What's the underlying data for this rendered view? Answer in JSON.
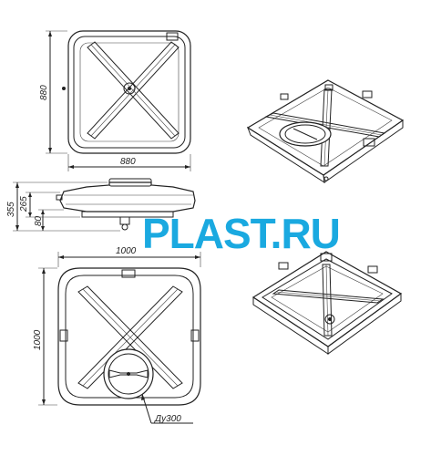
{
  "brand": {
    "text": "PLAST.RU",
    "color": "#1aa9e0"
  },
  "dimensions": {
    "top_height": "880",
    "top_width": "880",
    "side_total": "355",
    "side_body": "265",
    "side_base": "80",
    "bottom_width": "1000",
    "bottom_height": "1000",
    "neck_label": "Ду300"
  }
}
